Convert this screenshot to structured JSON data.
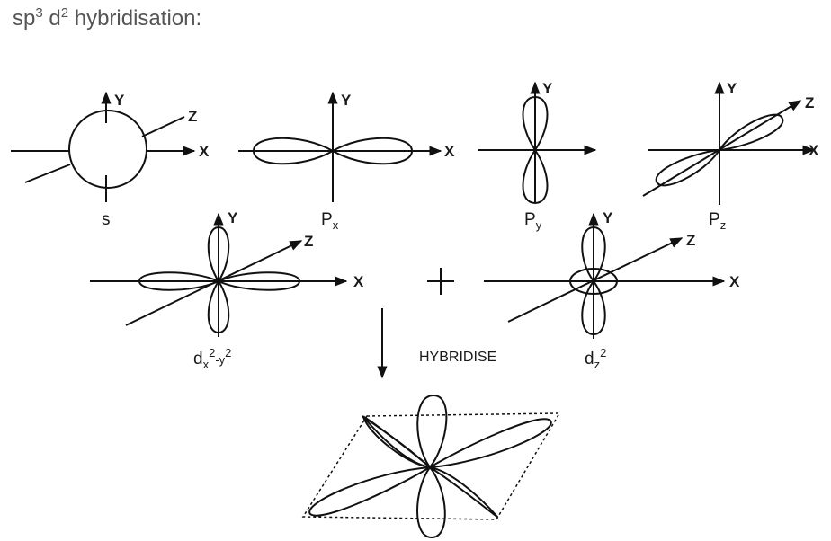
{
  "title": {
    "prefix": "sp",
    "sup1": "3",
    "middle": " d",
    "sup2": "2",
    "suffix": " hybridisation:"
  },
  "axes": {
    "x": "X",
    "y": "Y",
    "z": "Z"
  },
  "orbitals": {
    "s": {
      "label": "s"
    },
    "px": {
      "base": "P",
      "sub": "x"
    },
    "py": {
      "base": "P",
      "sub": "y"
    },
    "pz": {
      "base": "P",
      "sub": "z"
    },
    "dx2y2": {
      "d": "d",
      "x": "x",
      "two1": "2",
      "minus": "-y",
      "two2": "2"
    },
    "dz2": {
      "d": "d",
      "z": "z",
      "two": "2"
    }
  },
  "plus_sign": "+",
  "hybridise_label": "HYBRIDISE"
}
